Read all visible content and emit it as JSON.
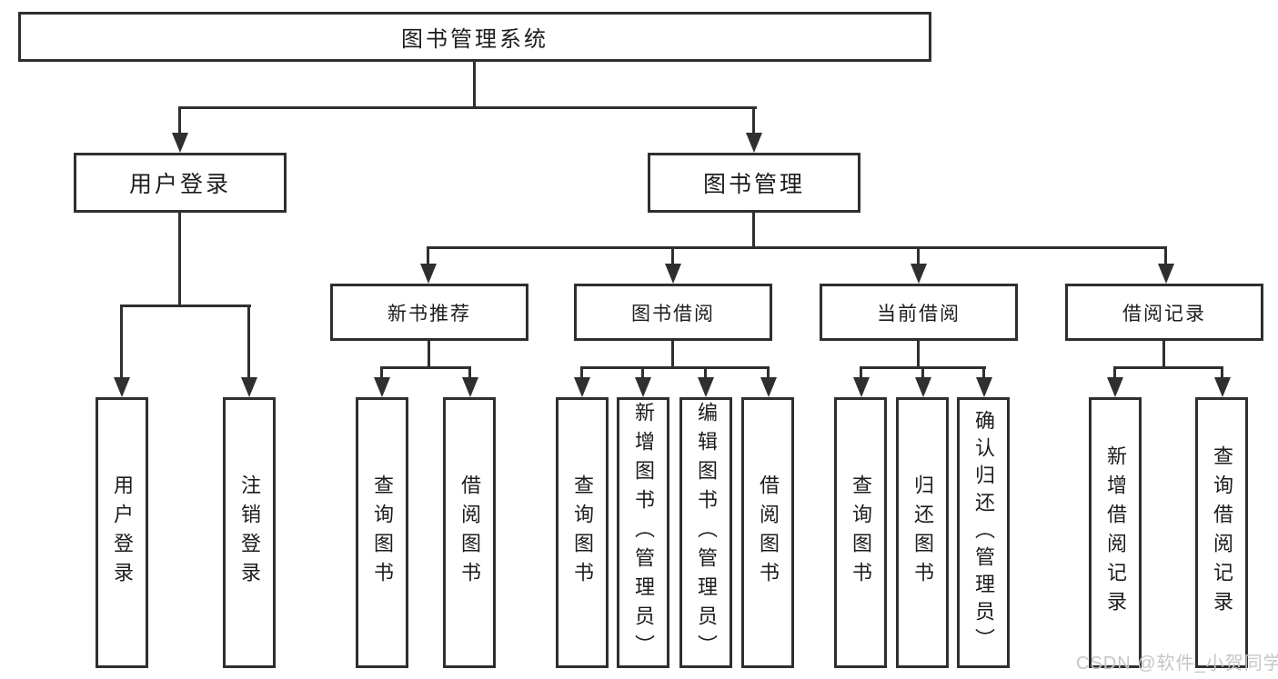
{
  "diagram": {
    "root": {
      "label": "图书管理系统"
    },
    "level2": [
      {
        "id": "user-login",
        "label": "用户登录"
      },
      {
        "id": "book-management",
        "label": "图书管理"
      }
    ],
    "level3": [
      {
        "id": "new-book-recommendation",
        "parent": "图书管理",
        "label": "新书推荐"
      },
      {
        "id": "book-borrowing",
        "parent": "图书管理",
        "label": "图书借阅"
      },
      {
        "id": "current-borrowing",
        "parent": "图书管理",
        "label": "当前借阅"
      },
      {
        "id": "borrowing-records",
        "parent": "图书管理",
        "label": "借阅记录"
      }
    ],
    "leaves": [
      {
        "parent": "用户登录",
        "label": "用户登录"
      },
      {
        "parent": "用户登录",
        "label": "注销登录"
      },
      {
        "parent": "新书推荐",
        "label": "查询图书"
      },
      {
        "parent": "新书推荐",
        "label": "借阅图书"
      },
      {
        "parent": "图书借阅",
        "label": "查询图书"
      },
      {
        "parent": "图书借阅",
        "label": "新增图书（管理员）"
      },
      {
        "parent": "图书借阅",
        "label": "编辑图书（管理员）"
      },
      {
        "parent": "图书借阅",
        "label": "借阅图书"
      },
      {
        "parent": "当前借阅",
        "label": "查询图书"
      },
      {
        "parent": "当前借阅",
        "label": "归还图书"
      },
      {
        "parent": "当前借阅",
        "label": "确认归还（管理员）"
      },
      {
        "parent": "借阅记录",
        "label": "新增借阅记录"
      },
      {
        "parent": "借阅记录",
        "label": "查询借阅记录"
      }
    ]
  },
  "watermark": {
    "text": "CSDN @软件_小贺同学"
  },
  "colors": {
    "line": "#2f2f2f",
    "box_border": "#2f2f2f",
    "text": "#1c1c1c",
    "watermark": "#c6c6c6",
    "background": "#ffffff"
  }
}
